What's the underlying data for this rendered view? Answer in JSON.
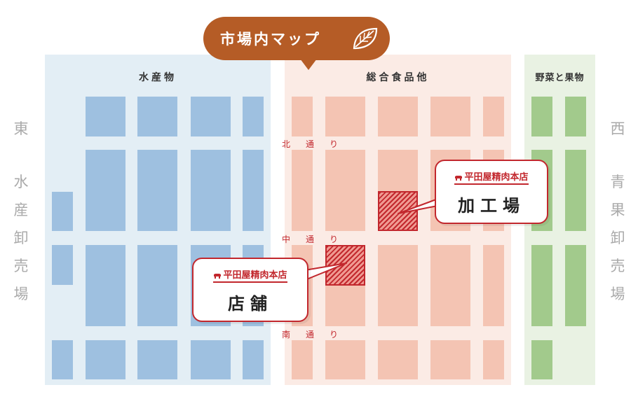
{
  "map": {
    "title": "市場内マップ",
    "title_icon": "leaf-icon",
    "zones": {
      "fish": "水産物",
      "general": "総合食品他",
      "veg": "野菜と果物"
    },
    "streets": {
      "north": "北通り",
      "middle": "中通り",
      "south": "南通り"
    },
    "side_labels": {
      "east": [
        "東",
        "水",
        "産",
        "卸",
        "売",
        "場"
      ],
      "west": [
        "西",
        "青",
        "果",
        "卸",
        "売",
        "場"
      ]
    },
    "callouts": {
      "factory": {
        "brand": "平田屋精肉本店",
        "name": "加工場",
        "icon": "cow-icon"
      },
      "shop": {
        "brand": "平田屋精肉本店",
        "name": "店舗",
        "icon": "cow-icon"
      }
    },
    "colors": {
      "title": "#b55c26",
      "accent": "#c2272d",
      "fish_block": "#9ec0e0",
      "general_block": "#f4c4b3",
      "veg_block": "#a2ca8c"
    }
  }
}
